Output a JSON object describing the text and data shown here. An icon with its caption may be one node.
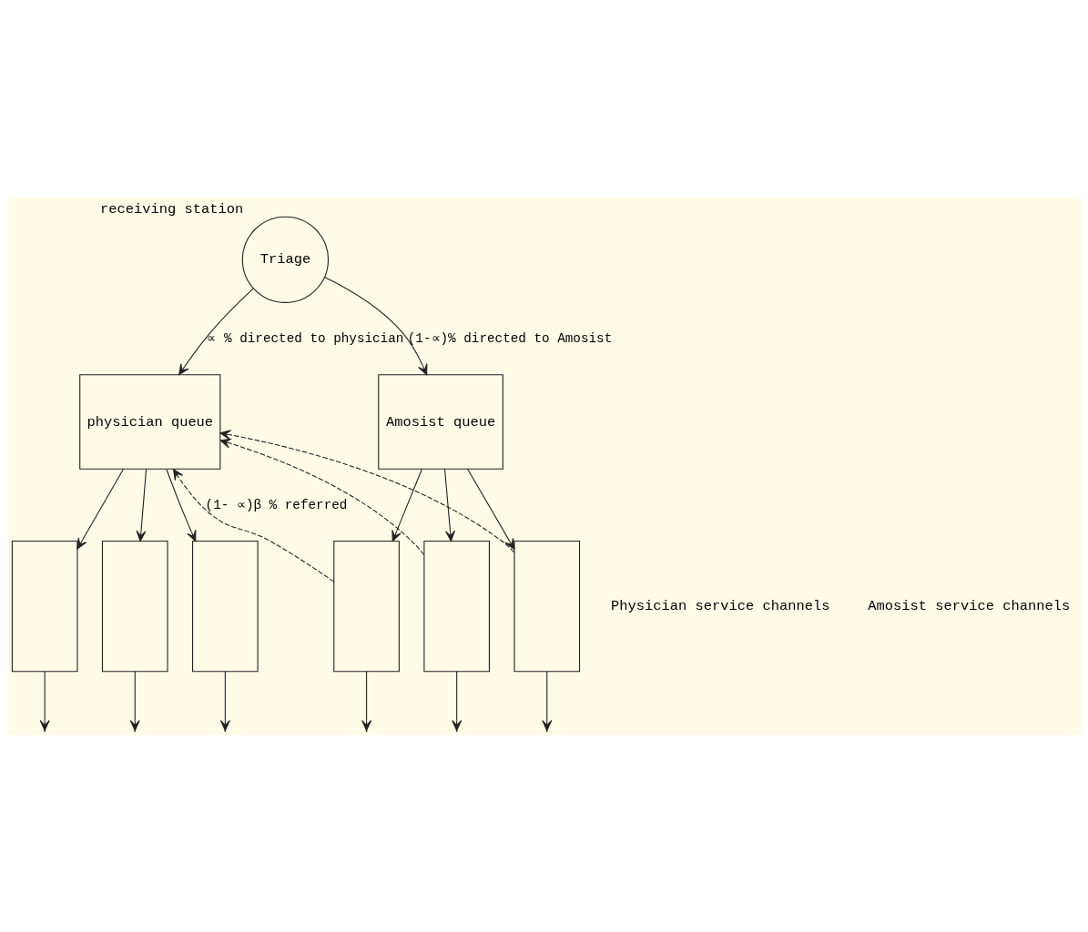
{
  "diagram": {
    "nodes": [
      {
        "text": [
          "Triage"
        ],
        "beside": [
          "receiving station"
        ]
      },
      {
        "text": [
          "physician queue"
        ]
      },
      {
        "text": [
          "Amosist queue"
        ]
      },
      {
        "text": [],
        "shape": "box"
      },
      {
        "text": [],
        "shape": "box"
      },
      {
        "text": [],
        "shape": "box"
      },
      {
        "text": [],
        "shape": "box"
      },
      {
        "text": [],
        "shape": "box"
      },
      {
        "text": [],
        "shape": "box"
      }
    ],
    "edges": [
      {
        "from": 0,
        "to": 1,
        "arrow": "to",
        "label": "∝ % directed to physician"
      },
      {
        "from": 0,
        "to": 2,
        "arrow": "to",
        "label": "(1-∝)% directed to Amosist"
      },
      {
        "from": 1,
        "to": 3,
        "arrow": "to"
      },
      {
        "from": 1,
        "to": 4,
        "arrow": "to"
      },
      {
        "from": 1,
        "to": 5,
        "arrow": "to"
      },
      {
        "from": 2,
        "to": 6,
        "arrow": "to"
      },
      {
        "from": 2,
        "to": 7,
        "arrow": "to"
      },
      {
        "from": 2,
        "to": 8,
        "arrow": "to"
      },
      {
        "from": 3,
        "to": null,
        "arrow": "to"
      },
      {
        "from": 4,
        "to": null,
        "arrow": "to"
      },
      {
        "from": 5,
        "to": null,
        "arrow": "to"
      },
      {
        "from": 6,
        "to": null,
        "arrow": "to"
      },
      {
        "from": 7,
        "to": null,
        "arrow": "to"
      },
      {
        "from": 8,
        "to": null,
        "arrow": "to"
      },
      {
        "from": 6,
        "to": 1,
        "arrow": "to",
        "style": "dashed",
        "label": "(1- ∝)β % referred"
      },
      {
        "from": 7,
        "to": 1,
        "arrow": "to",
        "style": "dashed"
      },
      {
        "from": 8,
        "to": 1,
        "arrow": "to",
        "style": "dashed"
      }
    ],
    "labels": [
      "Physician service channels",
      "Amosist service channels"
    ]
  }
}
